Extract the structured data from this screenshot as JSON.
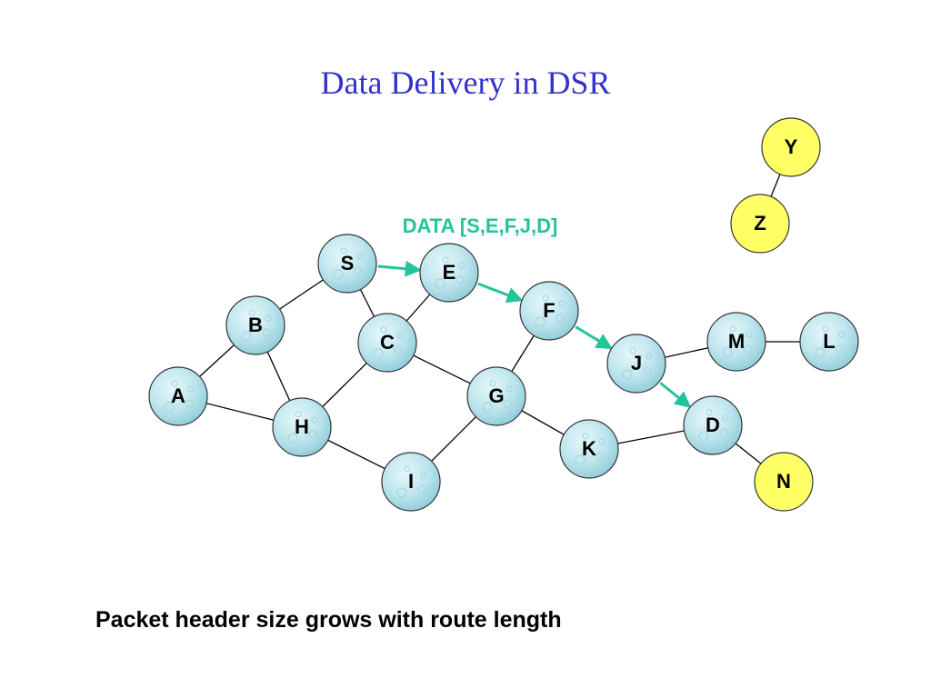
{
  "title": "Data Delivery in DSR",
  "caption": "Packet header size grows with route length",
  "packet_label": "DATA [S,E,F,J,D]",
  "colors": {
    "title": "#3333cc",
    "route_arrow": "#22c49a",
    "normal_node_fill": "#bfe6ee",
    "inactive_node_fill": "#ffff66",
    "edge": "#000000"
  },
  "nodes": [
    {
      "id": "S",
      "style": "normal"
    },
    {
      "id": "E",
      "style": "normal"
    },
    {
      "id": "F",
      "style": "normal"
    },
    {
      "id": "B",
      "style": "normal"
    },
    {
      "id": "C",
      "style": "normal"
    },
    {
      "id": "M",
      "style": "normal"
    },
    {
      "id": "L",
      "style": "normal"
    },
    {
      "id": "J",
      "style": "normal"
    },
    {
      "id": "A",
      "style": "normal"
    },
    {
      "id": "G",
      "style": "normal"
    },
    {
      "id": "H",
      "style": "normal"
    },
    {
      "id": "D",
      "style": "normal"
    },
    {
      "id": "K",
      "style": "normal"
    },
    {
      "id": "I",
      "style": "normal"
    },
    {
      "id": "Y",
      "style": "yellow"
    },
    {
      "id": "Z",
      "style": "yellow"
    },
    {
      "id": "N",
      "style": "yellow"
    }
  ],
  "edges": [
    [
      "S",
      "B"
    ],
    [
      "S",
      "C"
    ],
    [
      "E",
      "C"
    ],
    [
      "B",
      "A"
    ],
    [
      "B",
      "H"
    ],
    [
      "A",
      "H"
    ],
    [
      "C",
      "H"
    ],
    [
      "C",
      "G"
    ],
    [
      "H",
      "I"
    ],
    [
      "I",
      "G"
    ],
    [
      "G",
      "F"
    ],
    [
      "G",
      "K"
    ],
    [
      "K",
      "D"
    ],
    [
      "J",
      "M"
    ],
    [
      "M",
      "L"
    ],
    [
      "D",
      "N"
    ],
    [
      "Y",
      "Z"
    ]
  ],
  "route_arrows": [
    [
      "S",
      "E"
    ],
    [
      "E",
      "F"
    ],
    [
      "F",
      "J"
    ],
    [
      "J",
      "D"
    ]
  ]
}
